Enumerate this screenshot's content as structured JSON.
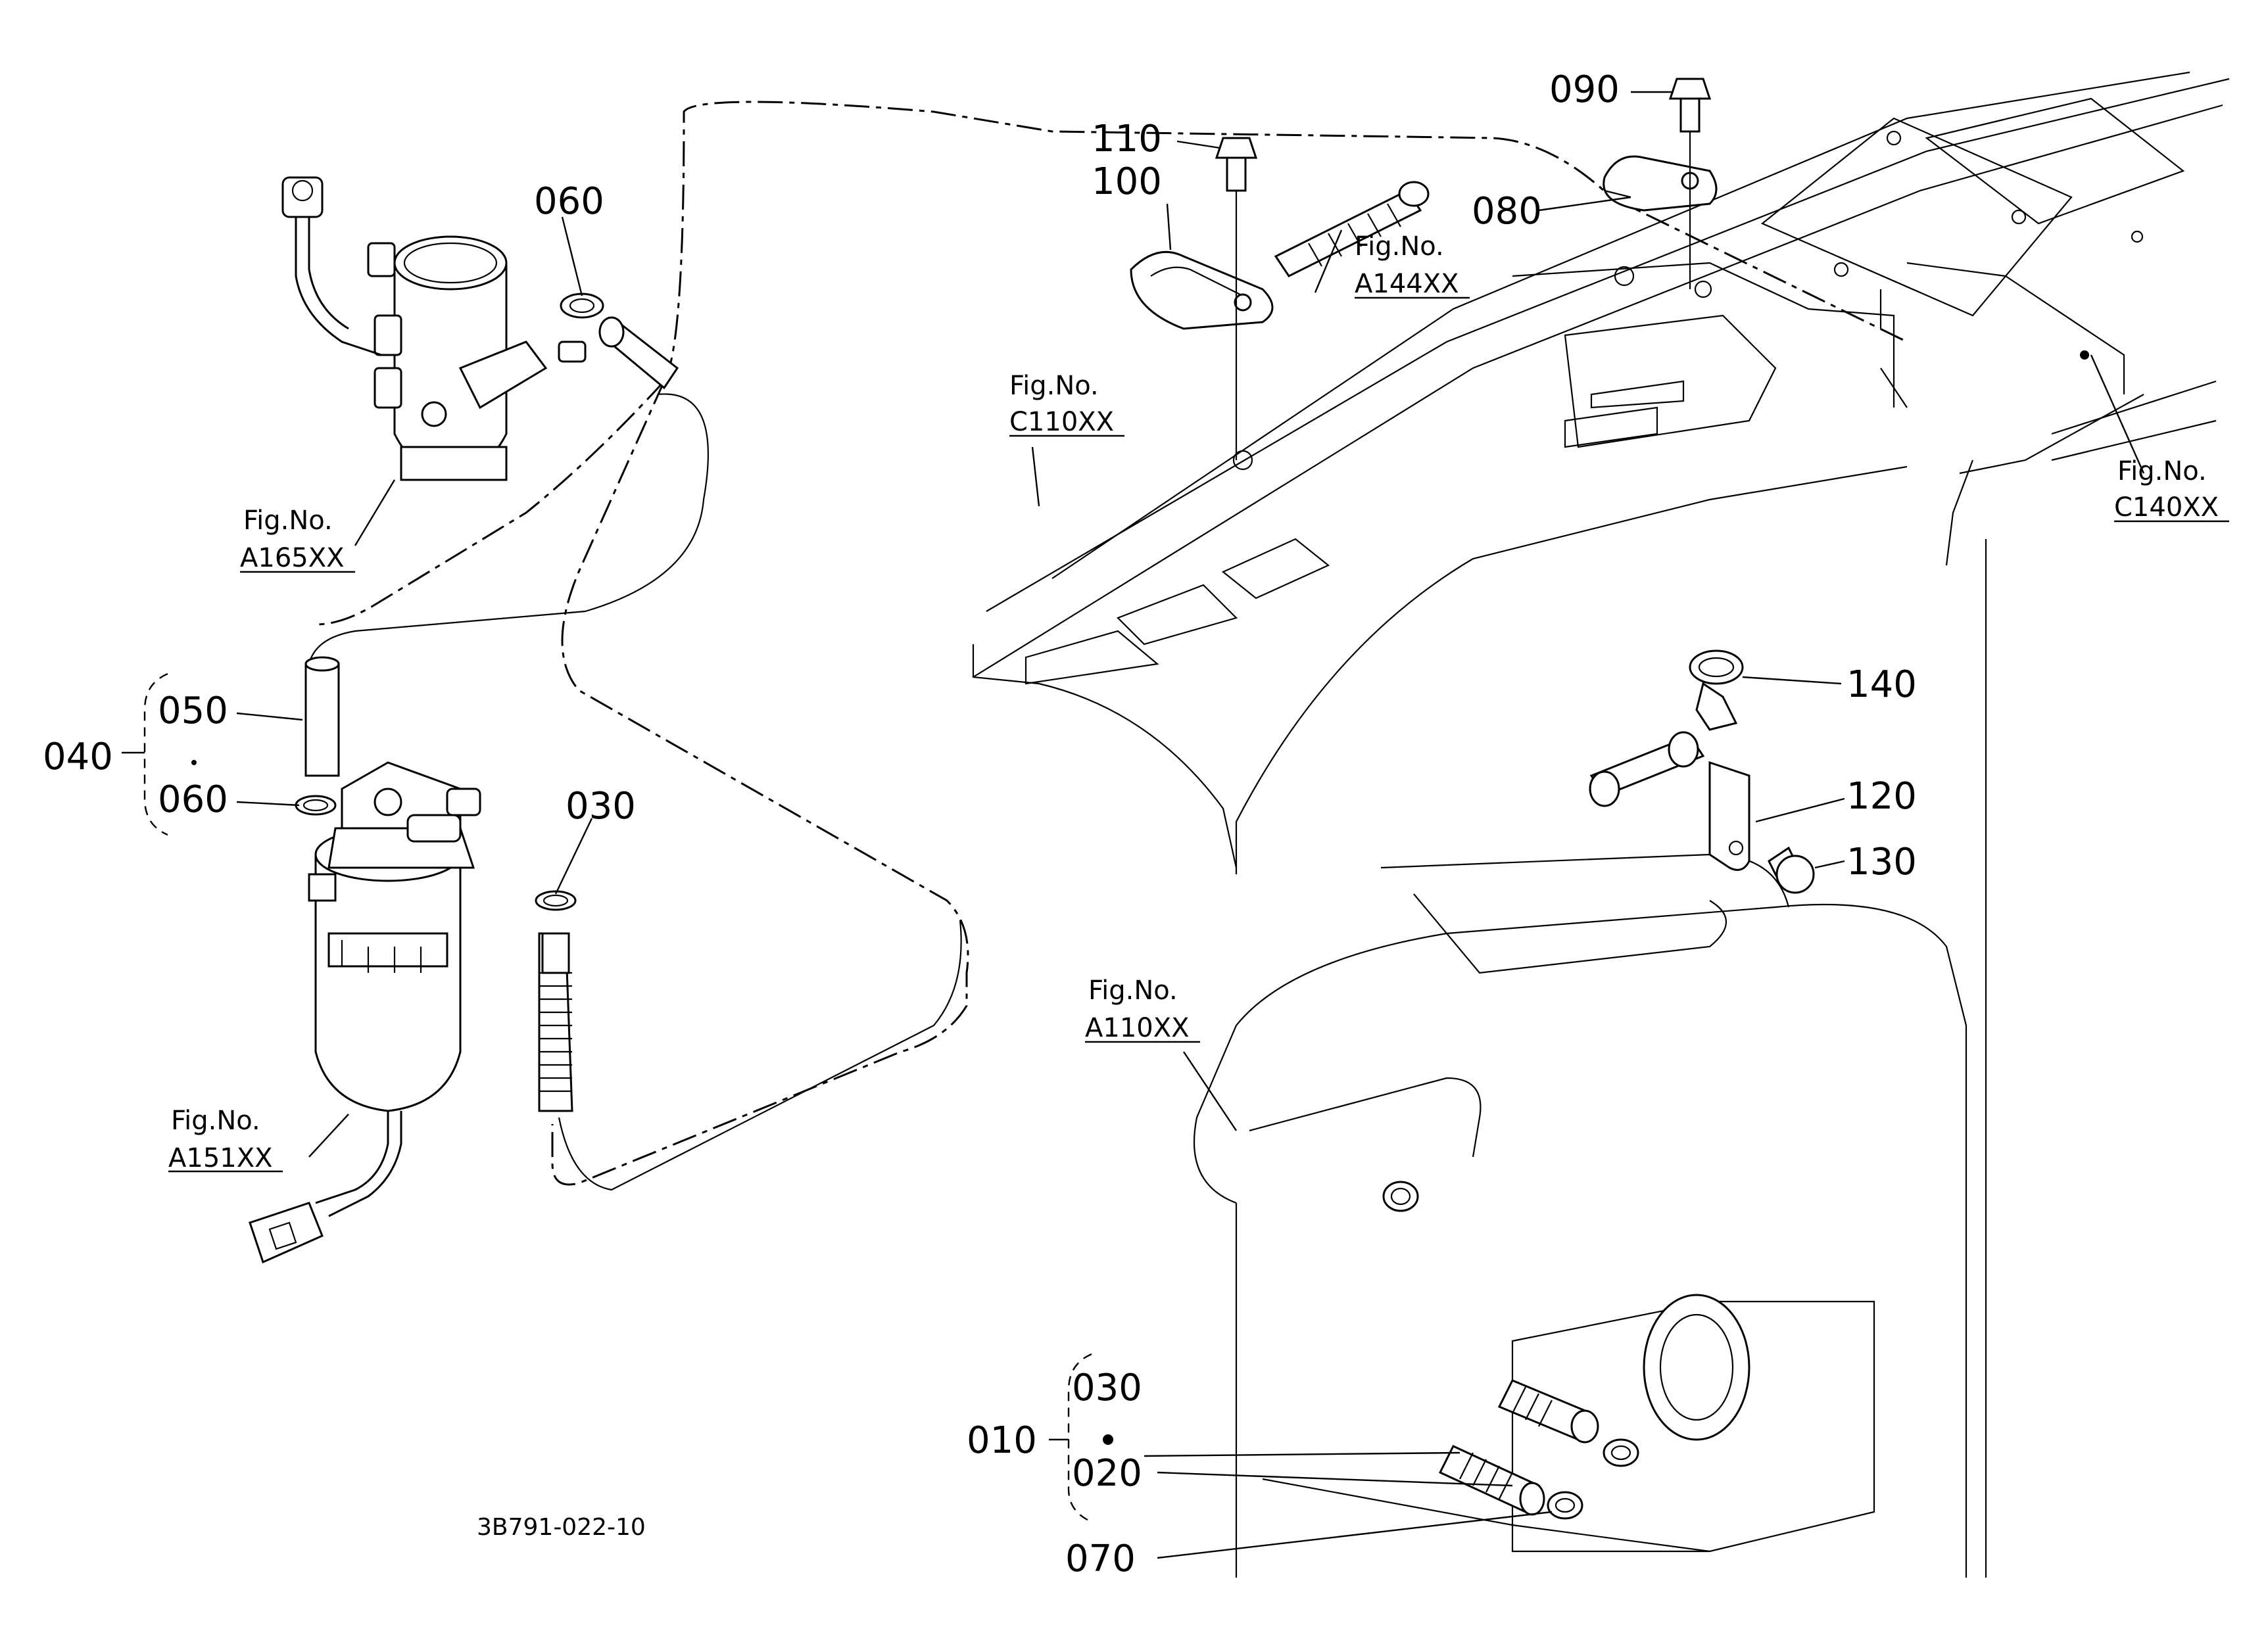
{
  "drawing_code": "3B791-022-10",
  "part_numbers": {
    "p010": "010",
    "p020": "020",
    "p030_group": "030",
    "p030": "030",
    "p040": "040",
    "p050": "050",
    "p060_group": "060",
    "p060": "060",
    "p070": "070",
    "p080": "080",
    "p090": "090",
    "p100": "100",
    "p110": "110",
    "p120": "120",
    "p130": "130",
    "p140": "140"
  },
  "figure_refs": {
    "a165": {
      "label": "Fig.No.",
      "code": "A165XX"
    },
    "a151": {
      "label": "Fig.No.",
      "code": "A151XX"
    },
    "c110": {
      "label": "Fig.No.",
      "code": "C110XX"
    },
    "a144": {
      "label": "Fig.No.",
      "code": "A144XX"
    },
    "c140": {
      "label": "Fig.No.",
      "code": "C140XX"
    },
    "a110": {
      "label": "Fig.No.",
      "code": "A110XX"
    }
  },
  "colors": {
    "line": "#000000",
    "background": "#ffffff"
  }
}
